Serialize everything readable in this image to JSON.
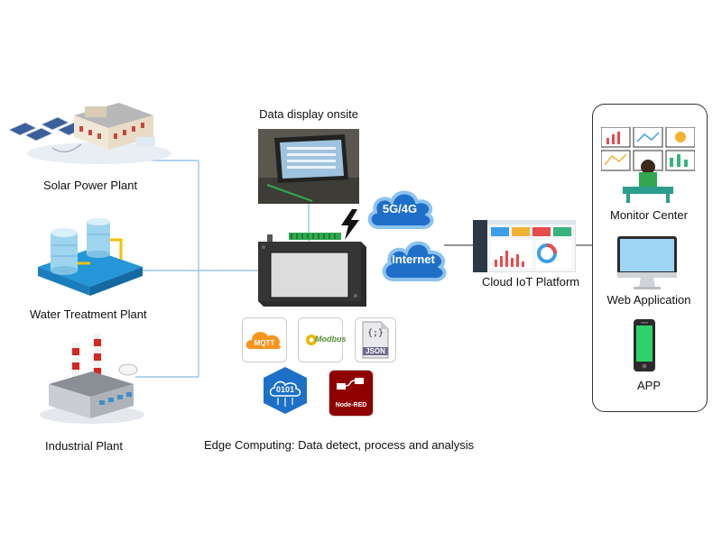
{
  "sources": {
    "solar_label": "Solar Power Plant",
    "water_label": "Water Treatment Plant",
    "industrial_label": "Industrial Plant"
  },
  "onsite": {
    "label": "Data display onsite"
  },
  "network": {
    "cell_label": "5G/4G",
    "internet_label": "Internet"
  },
  "cloud": {
    "label": "Cloud IoT Platform"
  },
  "clients": {
    "monitor_label": "Monitor Center",
    "web_label": "Web Application",
    "app_label": "APP"
  },
  "protocols": {
    "mqtt": "MQTT",
    "modbus": "Modbus",
    "json": "JSON",
    "json_symbol": "{;}",
    "binary": "0101",
    "nodered": "Node-RED"
  },
  "edge": {
    "caption": "Edge Computing: Data detect, process and analysis"
  },
  "colors": {
    "line": "#9cc6e6",
    "cloud_fill": "#1f6fc9",
    "cloud_stroke": "#8cc3ee",
    "mqtt": "#f7941d",
    "modbus": "#5b8c3a",
    "json": "#6b6b8a",
    "binary": "#1d6fc8",
    "nodered": "#8f0000",
    "panel_border": "#333333"
  }
}
